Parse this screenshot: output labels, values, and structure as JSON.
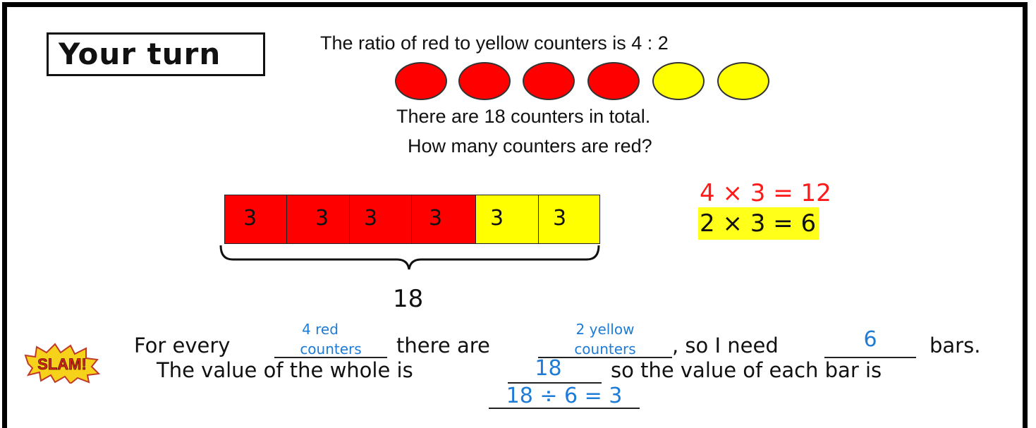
{
  "title": "Your turn",
  "question": {
    "ratio_text": "The ratio of red to yellow counters is 4 : 2",
    "total_text": "There are 18 counters in total.",
    "ask_text": "How many counters are red?"
  },
  "counters": {
    "colors": [
      "#ff0000",
      "#ff0000",
      "#ff0000",
      "#ff0000",
      "#ffff00",
      "#ffff00"
    ]
  },
  "bar_model": {
    "bars": [
      {
        "label": "3",
        "color": "#ff0000"
      },
      {
        "label": "3",
        "color": "#ff0000"
      },
      {
        "label": "3",
        "color": "#ff0000"
      },
      {
        "label": "3",
        "color": "#ff0000"
      },
      {
        "label": "3",
        "color": "#ffff00"
      },
      {
        "label": "3",
        "color": "#ffff00"
      }
    ],
    "whole": "18"
  },
  "equations": {
    "red": "4 × 3 = 12",
    "yellow": "2 × 3 = 6"
  },
  "sentence": {
    "line1": {
      "part1": "For every",
      "ans1_top": "4 red",
      "ans1_bottom": "counters",
      "part2": "there are",
      "ans2_top": "2 yellow",
      "ans2_bottom": "counters",
      "part3": ", so I need",
      "ans3": "6",
      "part4": "bars."
    },
    "line2": {
      "part1": "The value of the whole is",
      "ans": "18",
      "part2": "so the value of each bar is"
    },
    "line3": {
      "ans": "18 ÷ 6 = 3"
    }
  },
  "sticker": {
    "text": "SLAM!",
    "icon": "slam-icon"
  }
}
